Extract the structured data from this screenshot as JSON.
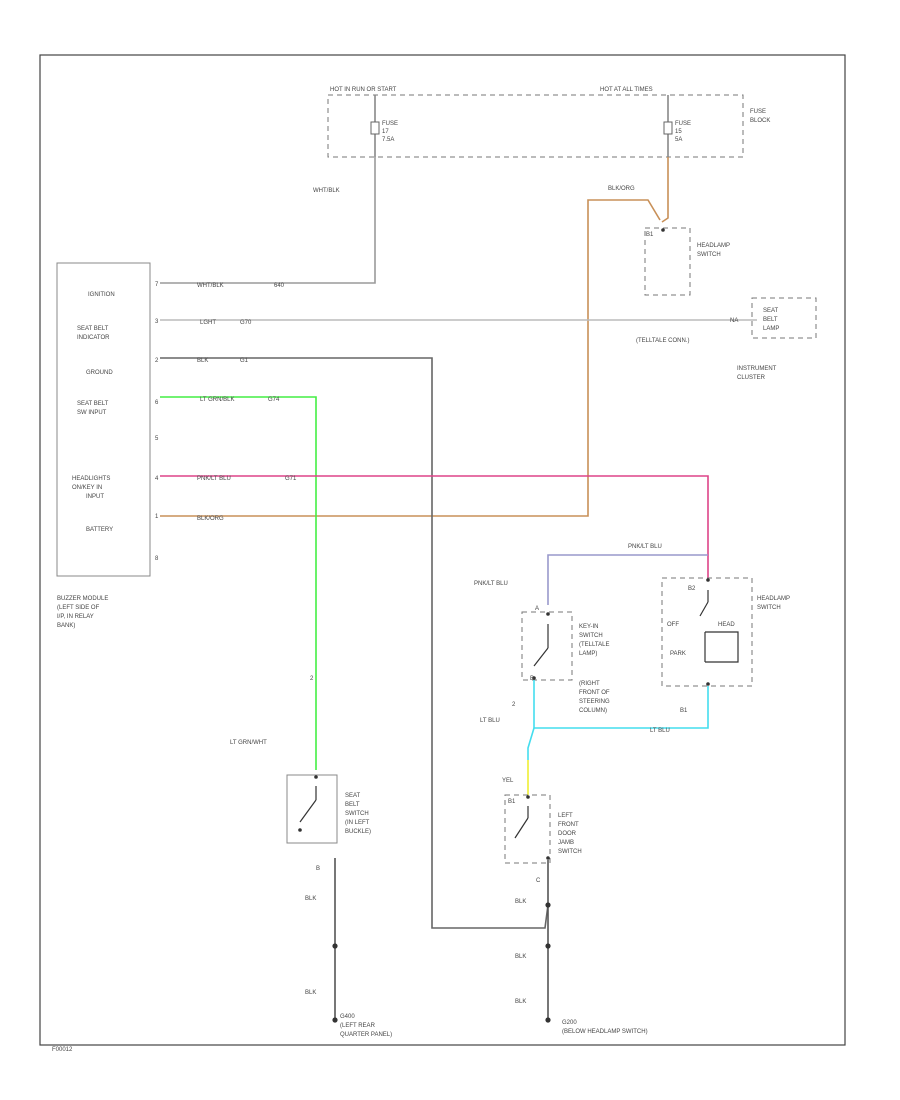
{
  "colors": {
    "wht_blk": "#9a9a9a",
    "lt_grn": "#44ee44",
    "pnk_lt_blu": "#dd4488",
    "blk_org": "#c89058",
    "blk": "#555555",
    "lt_blu": "#44ddee",
    "yel": "#eeee33",
    "pnk_lt_blu2": "#9999cc"
  },
  "fuse_block": {
    "left_header": "HOT IN RUN OR START",
    "right_header": "HOT AT ALL TIMES",
    "label": [
      "FUSE",
      "BLOCK"
    ],
    "fuse_left": [
      "FUSE",
      "17",
      "7.5A"
    ],
    "fuse_right": [
      "FUSE",
      "15",
      "5A"
    ]
  },
  "module": {
    "pins": [
      "IGNITION",
      "SEAT BELT INDICATOR",
      "GROUND",
      "SEAT BELT SW INPUT",
      "HEADLIGHTS ON/KEY IN INPUT",
      "BATTERY"
    ],
    "label": [
      "BUZZER MODULE",
      "(LEFT SIDE OF",
      "I/P, IN RELAY",
      "BANK)"
    ],
    "pin_nums": [
      "7",
      "3",
      "2",
      "6",
      "5",
      "4",
      "1",
      "8"
    ]
  },
  "wires": {
    "wht_blk": "WHT/BLK",
    "circuit_640": "640",
    "lt_grn_blk": "LT GRN/BLK",
    "circuit_1": "1",
    "lt_grn_blk_circ": "2",
    "blk_org": "BLK/ORG",
    "pnk_lt_blu": "PNK/LT BLU",
    "blk": "BLK",
    "lt_blu": "LT BLU",
    "yel": "YEL",
    "lt_grn_wht": "LT GRN/WHT"
  },
  "components": {
    "headlamp_switch_top": [
      "HEADLAMP",
      "SWITCH"
    ],
    "headlamp_switch_top_pin": "B1",
    "seat_belt_lamp": [
      "SEAT",
      "BELT",
      "LAMP"
    ],
    "telltale": "(TELLTALE CONN.)",
    "instrument_cluster": [
      "INSTRUMENT",
      "CLUSTER"
    ],
    "pin_na": "NA",
    "key_in_switch": [
      "KEY-IN",
      "SWITCH",
      "(TELLTALE",
      "LAMP)"
    ],
    "key_in_location": [
      "(RIGHT",
      "FRONT OF",
      "STEERING",
      "COLUMN)"
    ],
    "headlamp_switch": [
      "HEADLAMP",
      "SWITCH"
    ],
    "headlamp_off": "OFF",
    "headlamp_head": "HEAD",
    "headlamp_park": "PARK",
    "seat_belt_switch": [
      "SEAT",
      "BELT",
      "SWITCH",
      "(IN LEFT",
      "BUCKLE)"
    ],
    "door_jamb_switch": [
      "LEFT",
      "FRONT",
      "DOOR",
      "JAMB",
      "SWITCH"
    ],
    "ground_left": [
      "G400",
      "(LEFT REAR",
      "QUARTER PANEL)"
    ],
    "ground_right": [
      "G200",
      "(BELOW HEADLAMP SWITCH)"
    ],
    "pin_a": "A",
    "pin_b": "B",
    "pin_c": "C",
    "pin_b1": "B1",
    "pin_b2": "B2"
  },
  "footer_code": "F00012"
}
